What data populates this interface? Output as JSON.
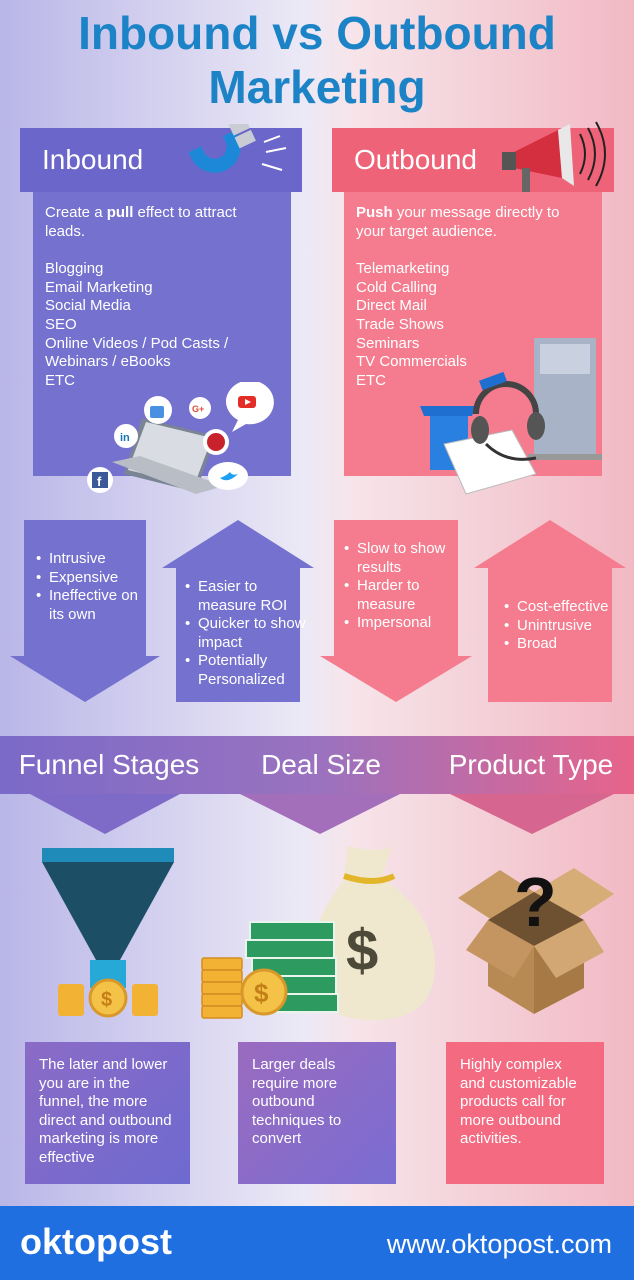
{
  "title": {
    "line1": "Inbound vs Outbound",
    "line2": "Marketing"
  },
  "inbound": {
    "heading": "Inbound",
    "lead_before": "Create a ",
    "lead_bold": "pull",
    "lead_after": " effect to attract leads.",
    "items": [
      "Blogging",
      "Email Marketing",
      "Social Media",
      "SEO",
      "Online Videos / Pod Casts /",
      "Webinars / eBooks",
      "ETC"
    ]
  },
  "outbound": {
    "heading": "Outbound",
    "lead_bold": "Push",
    "lead_after": " your message directly to your target audience.",
    "items": [
      "Telemarketing",
      "Cold Calling",
      "Direct Mail",
      "Trade Shows",
      "Seminars",
      "TV Commercials",
      "ETC"
    ]
  },
  "arrows": {
    "inbound_cons": [
      "Intrusive",
      "Expensive",
      "Ineffective on its own"
    ],
    "inbound_pros": [
      "Easier to measure ROI",
      "Quicker to show impact",
      "Potentially Personalized"
    ],
    "outbound_cons": [
      "Slow to show results",
      "Harder to measure",
      "Impersonal"
    ],
    "outbound_pros": [
      "Cost-effective",
      "Unintrusive",
      "Broad"
    ]
  },
  "factors": {
    "funnel": {
      "label": "Funnel Stages",
      "text": "The later and lower you are in the funnel, the more direct and outbound marketing is more effective"
    },
    "deal": {
      "label": "Deal Size",
      "text": "Larger deals require more outbound techniques to convert"
    },
    "product": {
      "label": "Product Type",
      "text": "Highly complex and customizable products call for more outbound activities."
    }
  },
  "icons": {
    "social": [
      "linkedin-icon",
      "facebook-icon",
      "like-icon",
      "google-plus-icon",
      "pinterest-icon",
      "youtube-icon",
      "twitter-icon"
    ],
    "currency_symbol": "$",
    "question_mark": "?"
  },
  "footer": {
    "logo": "oktopost",
    "url": "www.oktopost.com"
  },
  "colors": {
    "inbound": "#6b66c9",
    "outbound": "#ef6378",
    "title": "#1c84c6",
    "footer": "#1f6fe0"
  }
}
